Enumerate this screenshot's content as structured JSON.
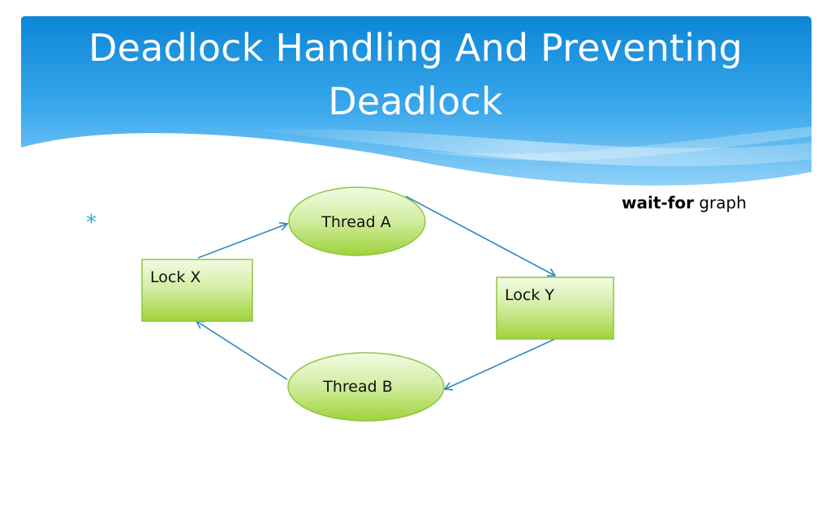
{
  "slide": {
    "title_line1": "Deadlock Handling And Preventing",
    "title_line2": "Deadlock",
    "bullet_glyph": "*",
    "caption_bold": "wait-for",
    "caption_rest": "graph"
  },
  "diagram": {
    "nodes": [
      {
        "id": "thread-a",
        "shape": "ellipse",
        "label": "Thread A"
      },
      {
        "id": "lock-y",
        "shape": "rectangle",
        "label": "Lock Y"
      },
      {
        "id": "thread-b",
        "shape": "ellipse",
        "label": "Thread B"
      },
      {
        "id": "lock-x",
        "shape": "rectangle",
        "label": "Lock X"
      }
    ],
    "edges": [
      {
        "from": "lock-x",
        "to": "thread-a"
      },
      {
        "from": "thread-a",
        "to": "lock-y"
      },
      {
        "from": "lock-y",
        "to": "thread-b"
      },
      {
        "from": "thread-b",
        "to": "lock-x"
      }
    ],
    "colors": {
      "node_fill_top": "#f3fbe4",
      "node_fill_bottom": "#9fd33a",
      "node_border": "#8dc63f",
      "arrow": "#2e86c1",
      "banner_blue": "#1e96e0",
      "bullet": "#29a9e1"
    }
  }
}
